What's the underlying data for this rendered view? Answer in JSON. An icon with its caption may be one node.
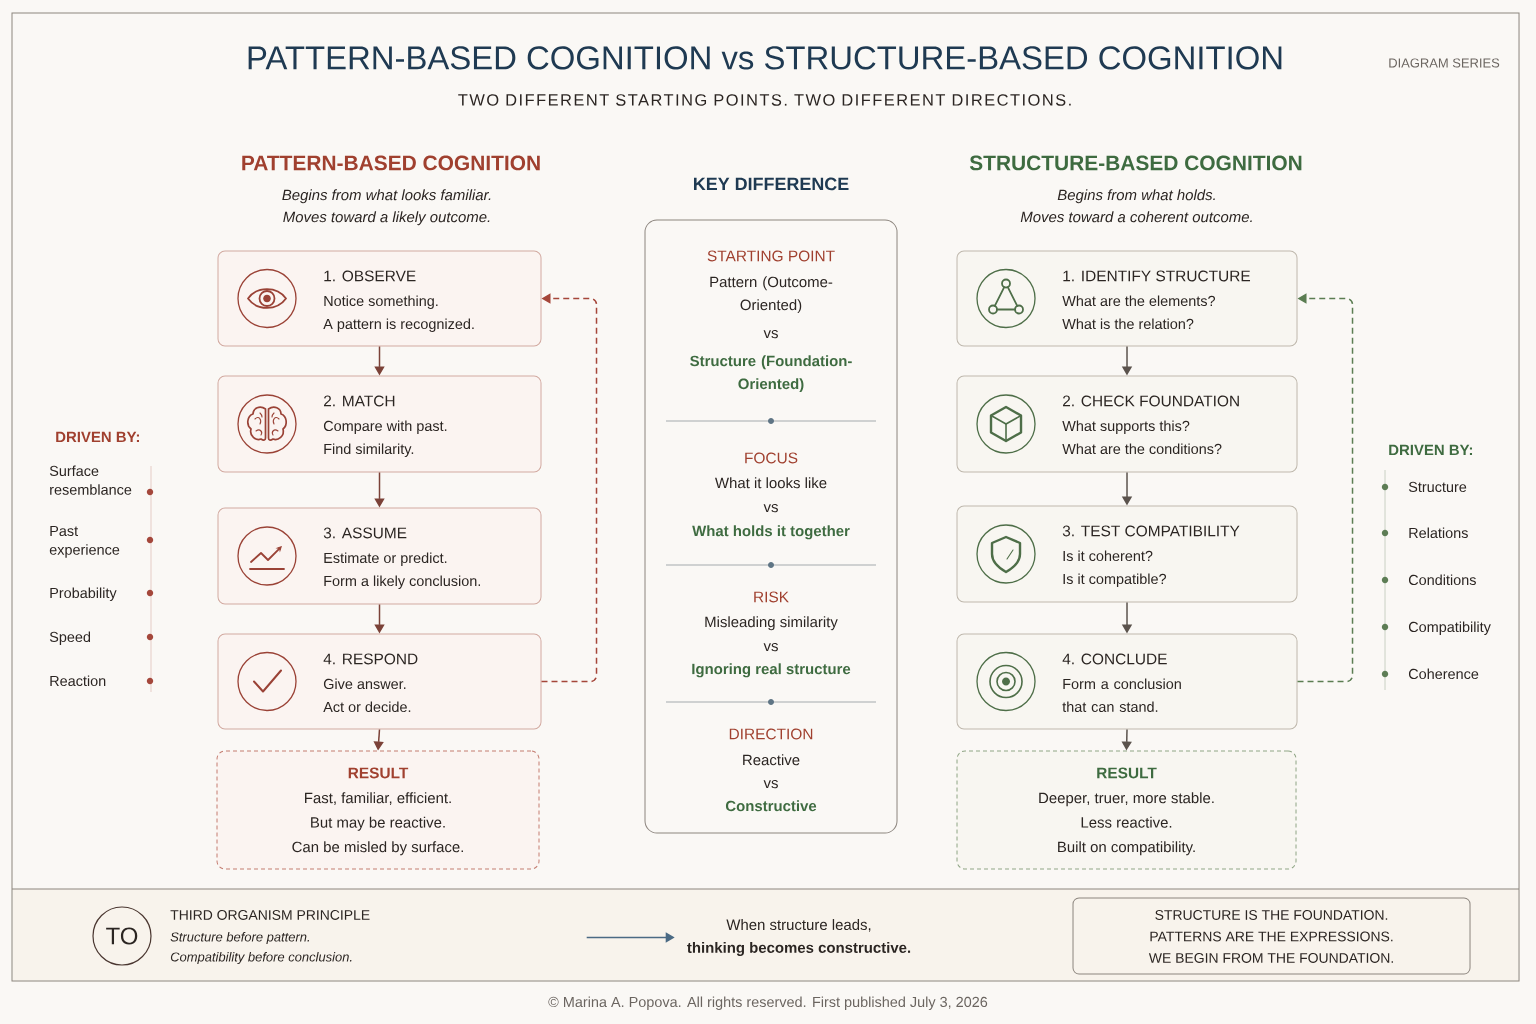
{
  "diagram": {
    "title": "PATTERN-BASED COGNITION vs STRUCTURE-BASED COGNITION",
    "caption": "© Marina A. Popova. All rights reserved. First published July 3, 2026",
    "nodes": [
      {
        "text": [
          "1. OBSERVE",
          "Notice something.",
          "A pattern is recognized."
        ]
      },
      {
        "text": [
          "2. MATCH",
          "Compare with past.",
          "Find similarity."
        ]
      },
      {
        "text": [
          "3. ASSUME",
          "Estimate or predict.",
          "Form a likely conclusion."
        ]
      },
      {
        "text": [
          "4. RESPOND",
          "Give answer.",
          "Act or decide."
        ]
      },
      {
        "text": [
          "RESULT",
          "Fast, familiar, efficient.",
          "But may be reactive.",
          "Can be misled by surface."
        ]
      },
      {
        "text": [
          "KEY DIFFERENCE",
          "STARTING POINT",
          "Pattern (Outcome-Oriented)",
          "vs",
          "Structure (Foundation-Oriented)",
          "FOCUS",
          "What it looks like",
          "vs",
          "What holds it together",
          "RISK",
          "Misleading similarity",
          "vs",
          "Ignoring real structure",
          "DIRECTION",
          "Reactive",
          "vs",
          "Constructive"
        ]
      },
      {
        "text": [
          "1. IDENTIFY STRUCTURE",
          "What are the elements?",
          "What is the relation?"
        ]
      },
      {
        "text": [
          "2. CHECK FOUNDATION",
          "What supports this?",
          "What are the conditions?"
        ]
      },
      {
        "text": [
          "3. TEST COMPATIBILITY",
          "Is it coherent?",
          "Is it compatible?"
        ]
      },
      {
        "text": [
          "4. CONCLUDE",
          "Form a conclusion that can stand."
        ]
      },
      {
        "text": [
          "RESULT",
          "Deeper, truer, more stable.",
          "Less reactive.",
          "Built on compatibility."
        ]
      },
      {
        "text": [
          "TO"
        ],
        "beside": [
          "THIRD ORGANISM PRINCIPLE",
          "Structure before pattern.",
          "Compatibility before conclusion."
        ]
      },
      {
        "text": [
          "When structure leads,",
          "thinking becomes constructive."
        ]
      },
      {
        "text": [
          "STRUCTURE IS THE FOUNDATION.",
          "PATTERNS ARE THE EXPRESSIONS.",
          "WE BEGIN FROM THE FOUNDATION."
        ]
      }
    ],
    "edges": [
      {
        "from": 0,
        "to": 1,
        "arrow": "to",
        "color": "#7b4238"
      },
      {
        "from": 1,
        "to": 2,
        "arrow": "to",
        "color": "#7b4238"
      },
      {
        "from": 2,
        "to": 3,
        "arrow": "to",
        "color": "#7b4238"
      },
      {
        "from": 3,
        "to": 4,
        "arrow": "to",
        "color": "#7b4238"
      },
      {
        "from": 3,
        "to": 0,
        "arrow": "to",
        "style": "dashed",
        "color": "#a5463a"
      },
      {
        "from": 6,
        "to": 7,
        "arrow": "to"
      },
      {
        "from": 7,
        "to": 8,
        "arrow": "to"
      },
      {
        "from": 8,
        "to": 9,
        "arrow": "to"
      },
      {
        "from": 9,
        "to": 10,
        "arrow": "to"
      },
      {
        "from": 9,
        "to": 6,
        "arrow": "to",
        "style": "dashed",
        "color": "#5b7d52"
      },
      {
        "from": null,
        "to": 12,
        "arrow": "to",
        "color": "#4b6a84"
      }
    ],
    "labels": [
      "TWO DIFFERENT STARTING POINTS. TWO DIFFERENT DIRECTIONS.",
      "DIAGRAM SERIES",
      "PATTERN-BASED COGNITION",
      "Begins from what looks familiar.",
      "Moves toward a likely outcome.",
      "STRUCTURE-BASED COGNITION",
      "Begins from what holds.",
      "Moves toward a coherent outcome.",
      "DRIVEN BY:",
      "Surface resemblance",
      "Past experience",
      "Probability",
      "Speed",
      "Reaction",
      "DRIVEN BY:",
      "Structure",
      "Relations",
      "Conditions",
      "Compatibility",
      "Coherence"
    ]
  }
}
